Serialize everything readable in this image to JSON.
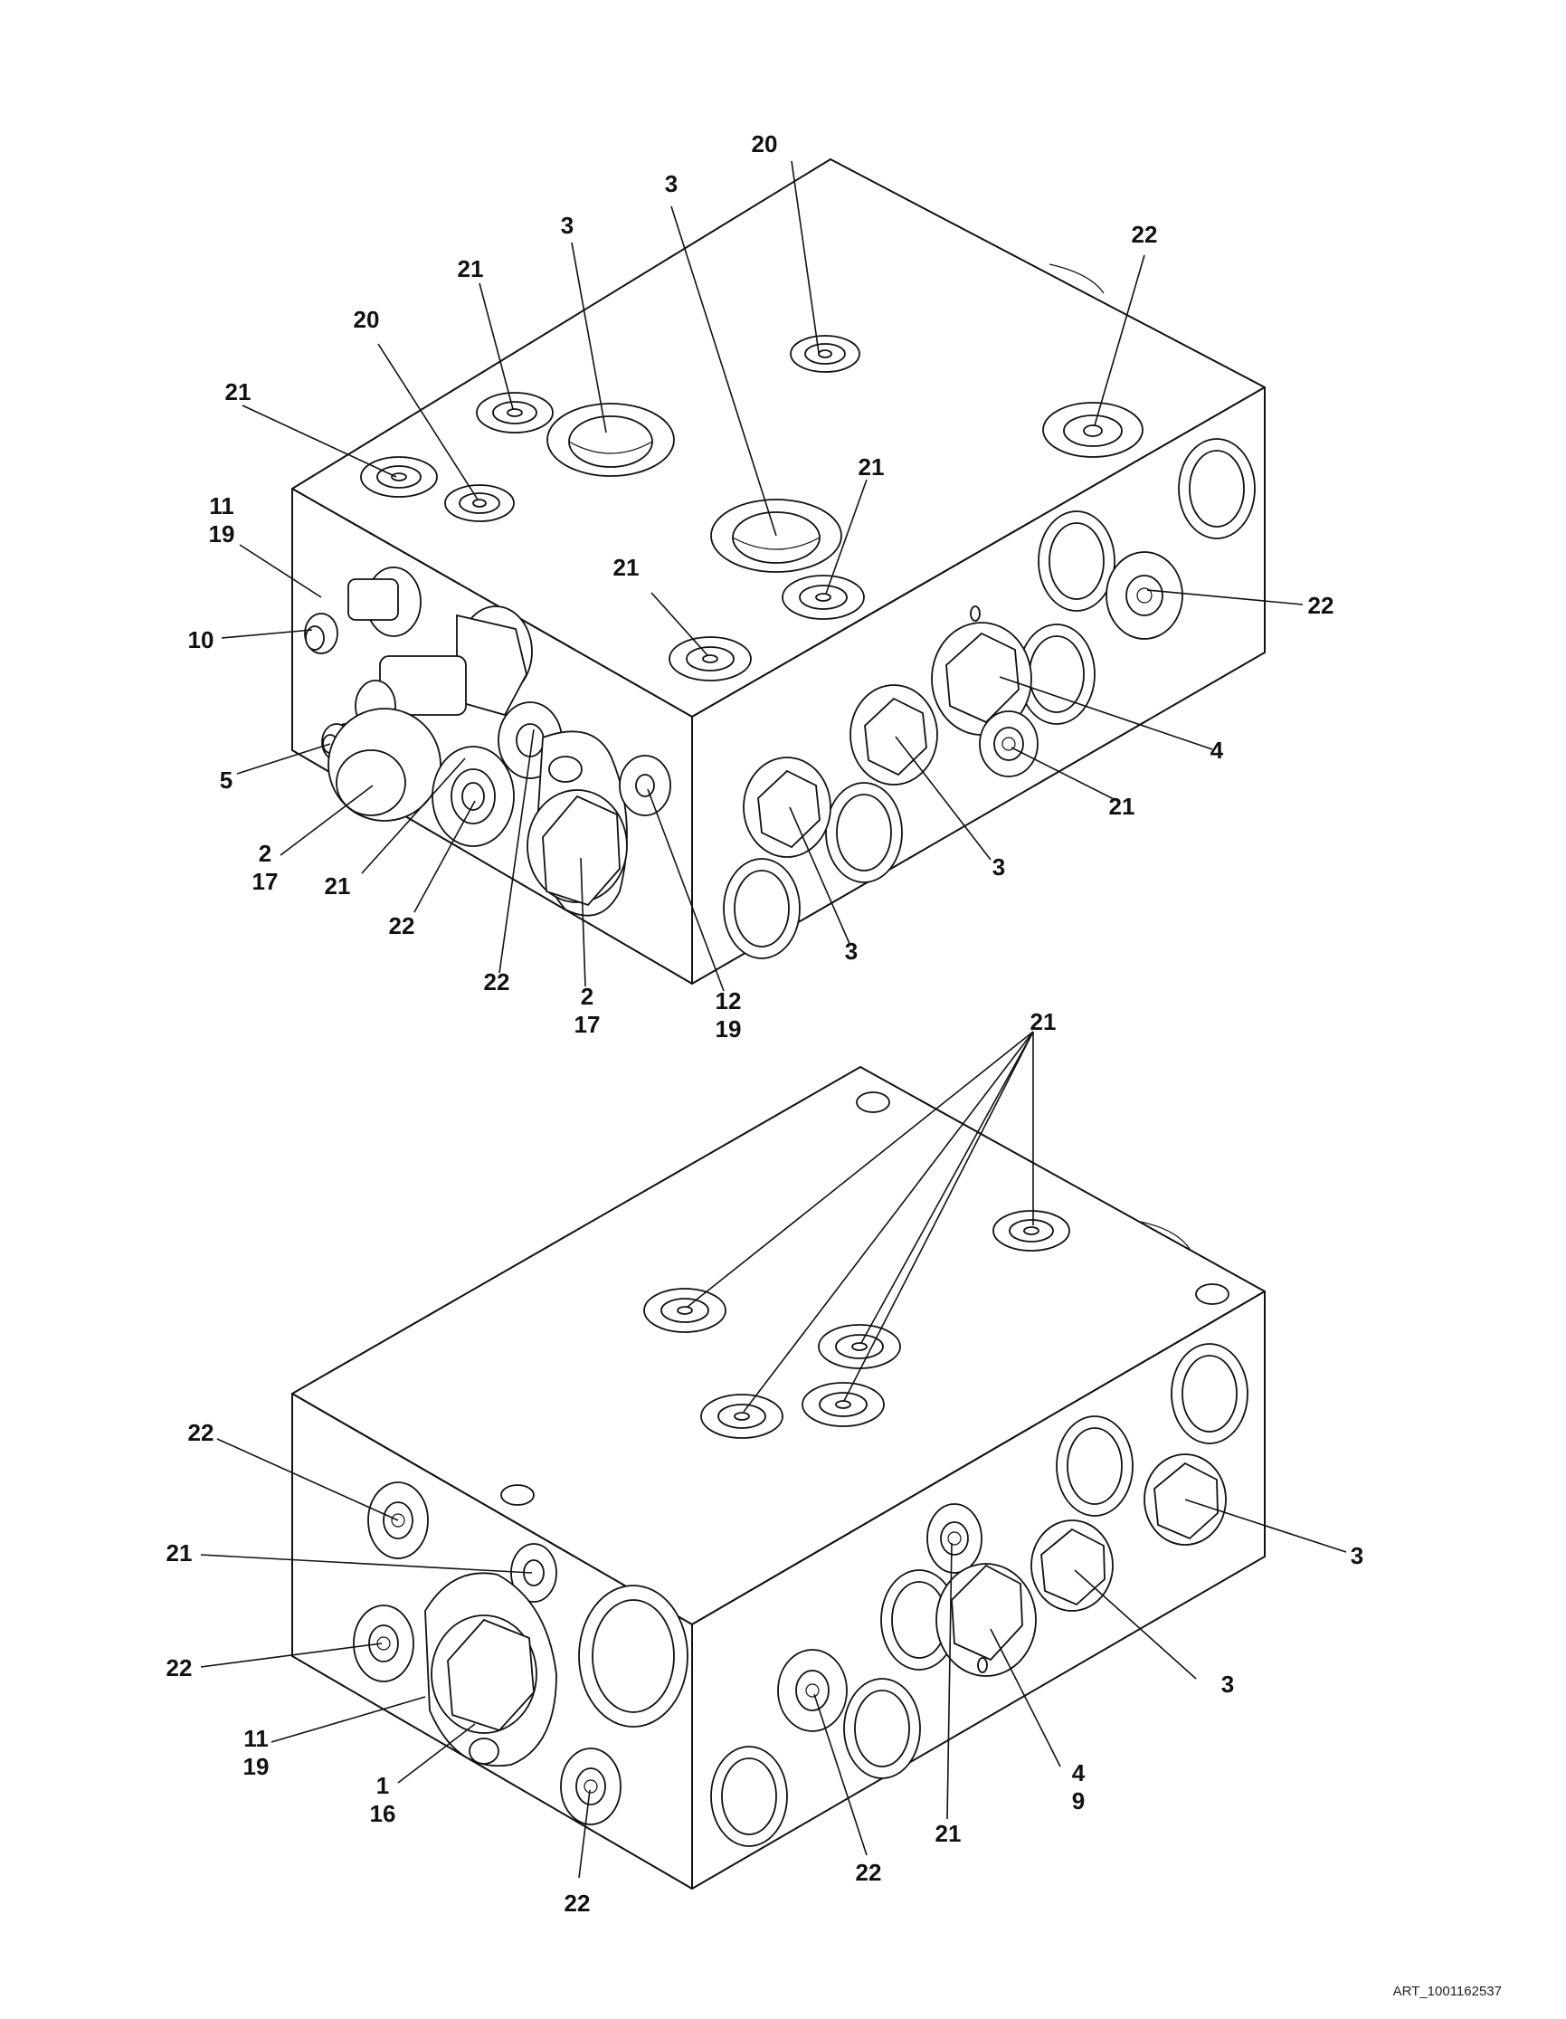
{
  "colors": {
    "line": "#111111",
    "background": "#ffffff"
  },
  "art_id": "ART_1001162537",
  "views": [
    {
      "name": "upper-view",
      "callouts": [
        {
          "id": "u1",
          "lines": [
            "20"
          ]
        },
        {
          "id": "u2",
          "lines": [
            "3"
          ]
        },
        {
          "id": "u3",
          "lines": [
            "3"
          ]
        },
        {
          "id": "u4",
          "lines": [
            "21"
          ]
        },
        {
          "id": "u5",
          "lines": [
            "20"
          ]
        },
        {
          "id": "u6",
          "lines": [
            "21"
          ]
        },
        {
          "id": "u7",
          "lines": [
            "22"
          ]
        },
        {
          "id": "u8",
          "lines": [
            "11",
            "19"
          ]
        },
        {
          "id": "u9",
          "lines": [
            "21"
          ]
        },
        {
          "id": "u10",
          "lines": [
            "21"
          ]
        },
        {
          "id": "u11",
          "lines": [
            "22"
          ]
        },
        {
          "id": "u12",
          "lines": [
            "10"
          ]
        },
        {
          "id": "u13",
          "lines": [
            "4"
          ]
        },
        {
          "id": "u14",
          "lines": [
            "5"
          ]
        },
        {
          "id": "u15",
          "lines": [
            "21"
          ]
        },
        {
          "id": "u16",
          "lines": [
            "2",
            "17"
          ]
        },
        {
          "id": "u17",
          "lines": [
            "21"
          ]
        },
        {
          "id": "u18",
          "lines": [
            "3"
          ]
        },
        {
          "id": "u19",
          "lines": [
            "22"
          ]
        },
        {
          "id": "u20",
          "lines": [
            "3"
          ]
        },
        {
          "id": "u21",
          "lines": [
            "22"
          ]
        },
        {
          "id": "u22",
          "lines": [
            "2",
            "17"
          ]
        },
        {
          "id": "u23",
          "lines": [
            "12",
            "19"
          ]
        }
      ]
    },
    {
      "name": "lower-view",
      "callouts": [
        {
          "id": "l1",
          "lines": [
            "21"
          ]
        },
        {
          "id": "l2",
          "lines": [
            "22"
          ]
        },
        {
          "id": "l3",
          "lines": [
            "21"
          ]
        },
        {
          "id": "l4",
          "lines": [
            "3"
          ]
        },
        {
          "id": "l5",
          "lines": [
            "22"
          ]
        },
        {
          "id": "l6",
          "lines": [
            "3"
          ]
        },
        {
          "id": "l7",
          "lines": [
            "11",
            "19"
          ]
        },
        {
          "id": "l8",
          "lines": [
            "1",
            "16"
          ]
        },
        {
          "id": "l9",
          "lines": [
            "4",
            "9"
          ]
        },
        {
          "id": "l10",
          "lines": [
            "21"
          ]
        },
        {
          "id": "l11",
          "lines": [
            "22"
          ]
        },
        {
          "id": "l12",
          "lines": [
            "22"
          ]
        }
      ]
    }
  ]
}
